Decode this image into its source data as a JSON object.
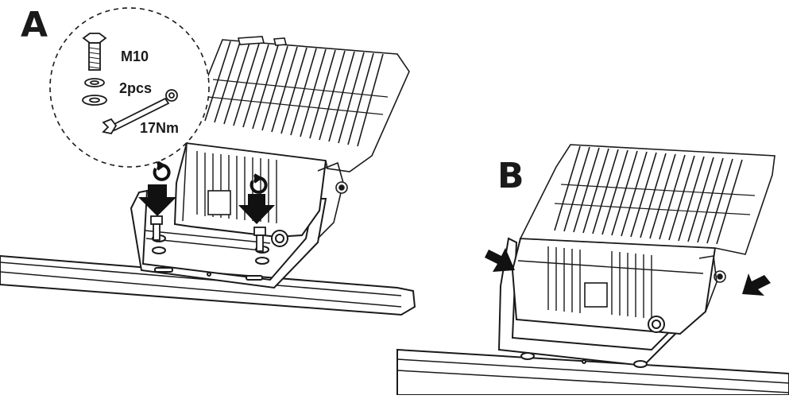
{
  "steps": [
    {
      "label": "A"
    },
    {
      "label": "B"
    }
  ],
  "callout": {
    "bolt_size": "M10",
    "quantity": "2pcs",
    "torque": "17Nm"
  },
  "colors": {
    "line": "#1a1a1a",
    "fill": "#ffffff",
    "arrow": "#111111"
  }
}
